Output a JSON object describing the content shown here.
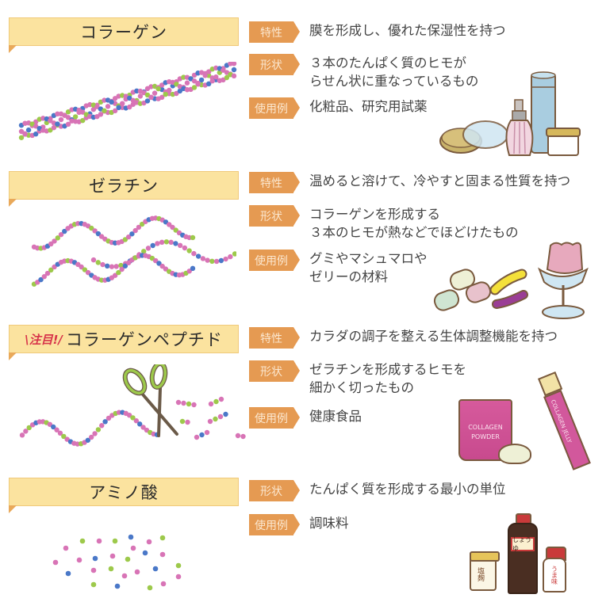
{
  "labels": {
    "property": "特性",
    "shape": "形状",
    "usage": "使用例"
  },
  "sections": [
    {
      "title": "コラーゲン",
      "property": "膜を形成し、優れた保湿性を持つ",
      "shape": "３本のたんぱく質のヒモが\nらせん状に重なっているもの",
      "usage": "化粧品、研究用試薬",
      "illustration": "triple-helix",
      "product_illustration": "cosmetics-and-petri-dishes"
    },
    {
      "title": "ゼラチン",
      "property": "温めると溶けて、冷やすと固まる性質を持つ",
      "shape": "コラーゲンを形成する\n３本のヒモが熱などでほどけたもの",
      "usage": "グミやマシュマロや\nゼリーの材料",
      "illustration": "three-wavy-strands",
      "product_illustration": "marshmallows-gummies-jelly"
    },
    {
      "badge": "\\注目!/",
      "title": "コラーゲンペプチド",
      "property": "カラダの調子を整える生体調整機能を持つ",
      "shape": "ゼラチンを形成するヒモを\n細かく切ったもの",
      "usage": "健康食品",
      "illustration": "scissors-cutting-strand",
      "product_illustration": "collagen-products",
      "products": {
        "powder_label_line1": "COLLAGEN",
        "powder_label_line2": "POWDER",
        "jelly_label": "COLLAGEN JELLY"
      }
    },
    {
      "title": "アミノ酸",
      "shape": "たんぱく質を形成する最小の単位",
      "usage": "調味料",
      "illustration": "scattered-dots",
      "product_illustration": "seasonings",
      "products": {
        "soy_sauce_label": "しょうゆ",
        "umami_label": "うま味",
        "jar_label": "塩麹"
      }
    }
  ],
  "colors": {
    "banner_bg": "#fbe39f",
    "banner_border": "#f0c97a",
    "tag_bg": "#e59a52",
    "bead_pink": "#d874b6",
    "bead_green": "#9dc94b",
    "bead_blue": "#4a78c8"
  }
}
